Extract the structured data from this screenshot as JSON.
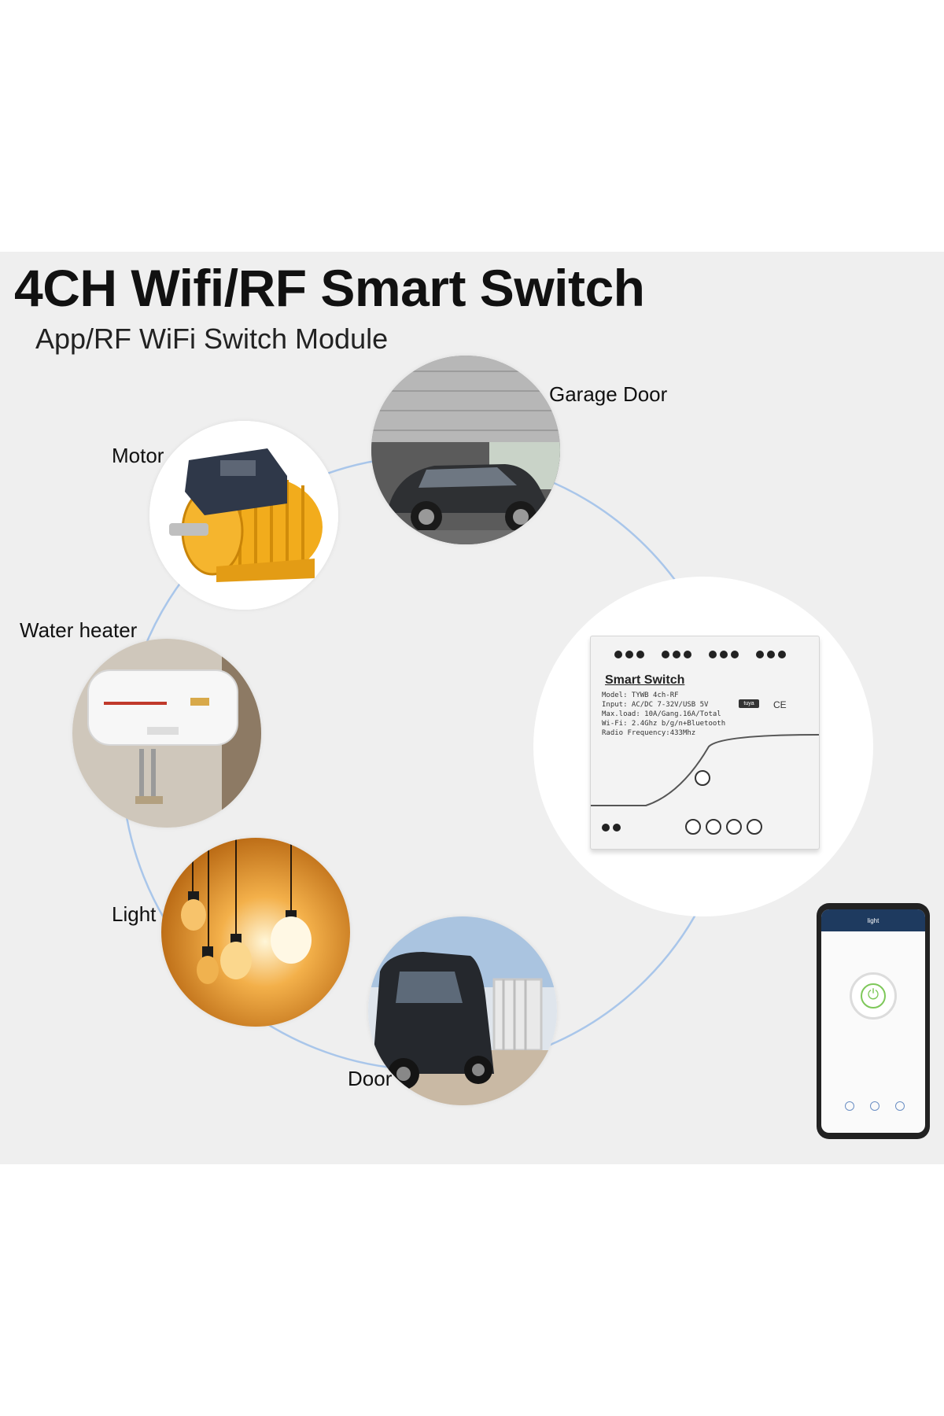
{
  "header": {
    "title": "4CH Wifi/RF Smart Switch",
    "subtitle": "App/RF WiFi Switch Module"
  },
  "applications": {
    "garage_door": "Garage Door",
    "motor": "Motor",
    "water_heater": "Water heater",
    "light": "Light",
    "door": "Door"
  },
  "device": {
    "brand": "Smart Switch",
    "model": "Model:  TYWB 4ch-RF",
    "input": "Input:  AC/DC 7-32V/USB 5V",
    "max_load": "Max.load:  10A/Gang.16A/Total",
    "wifi": "Wi-Fi:  2.4Ghz b/g/n+Bluetooth",
    "radio": "Radio Frequency:433Mhz",
    "tuya": "tuya",
    "cert": "CE"
  },
  "phone": {
    "screen_title": "light",
    "power_icon": "power-icon"
  },
  "colors": {
    "ring_line": "#a9c6ea",
    "panel_bg": "#efefef",
    "power_green": "#7ec85a",
    "motor_yellow": "#f2ac1c"
  }
}
